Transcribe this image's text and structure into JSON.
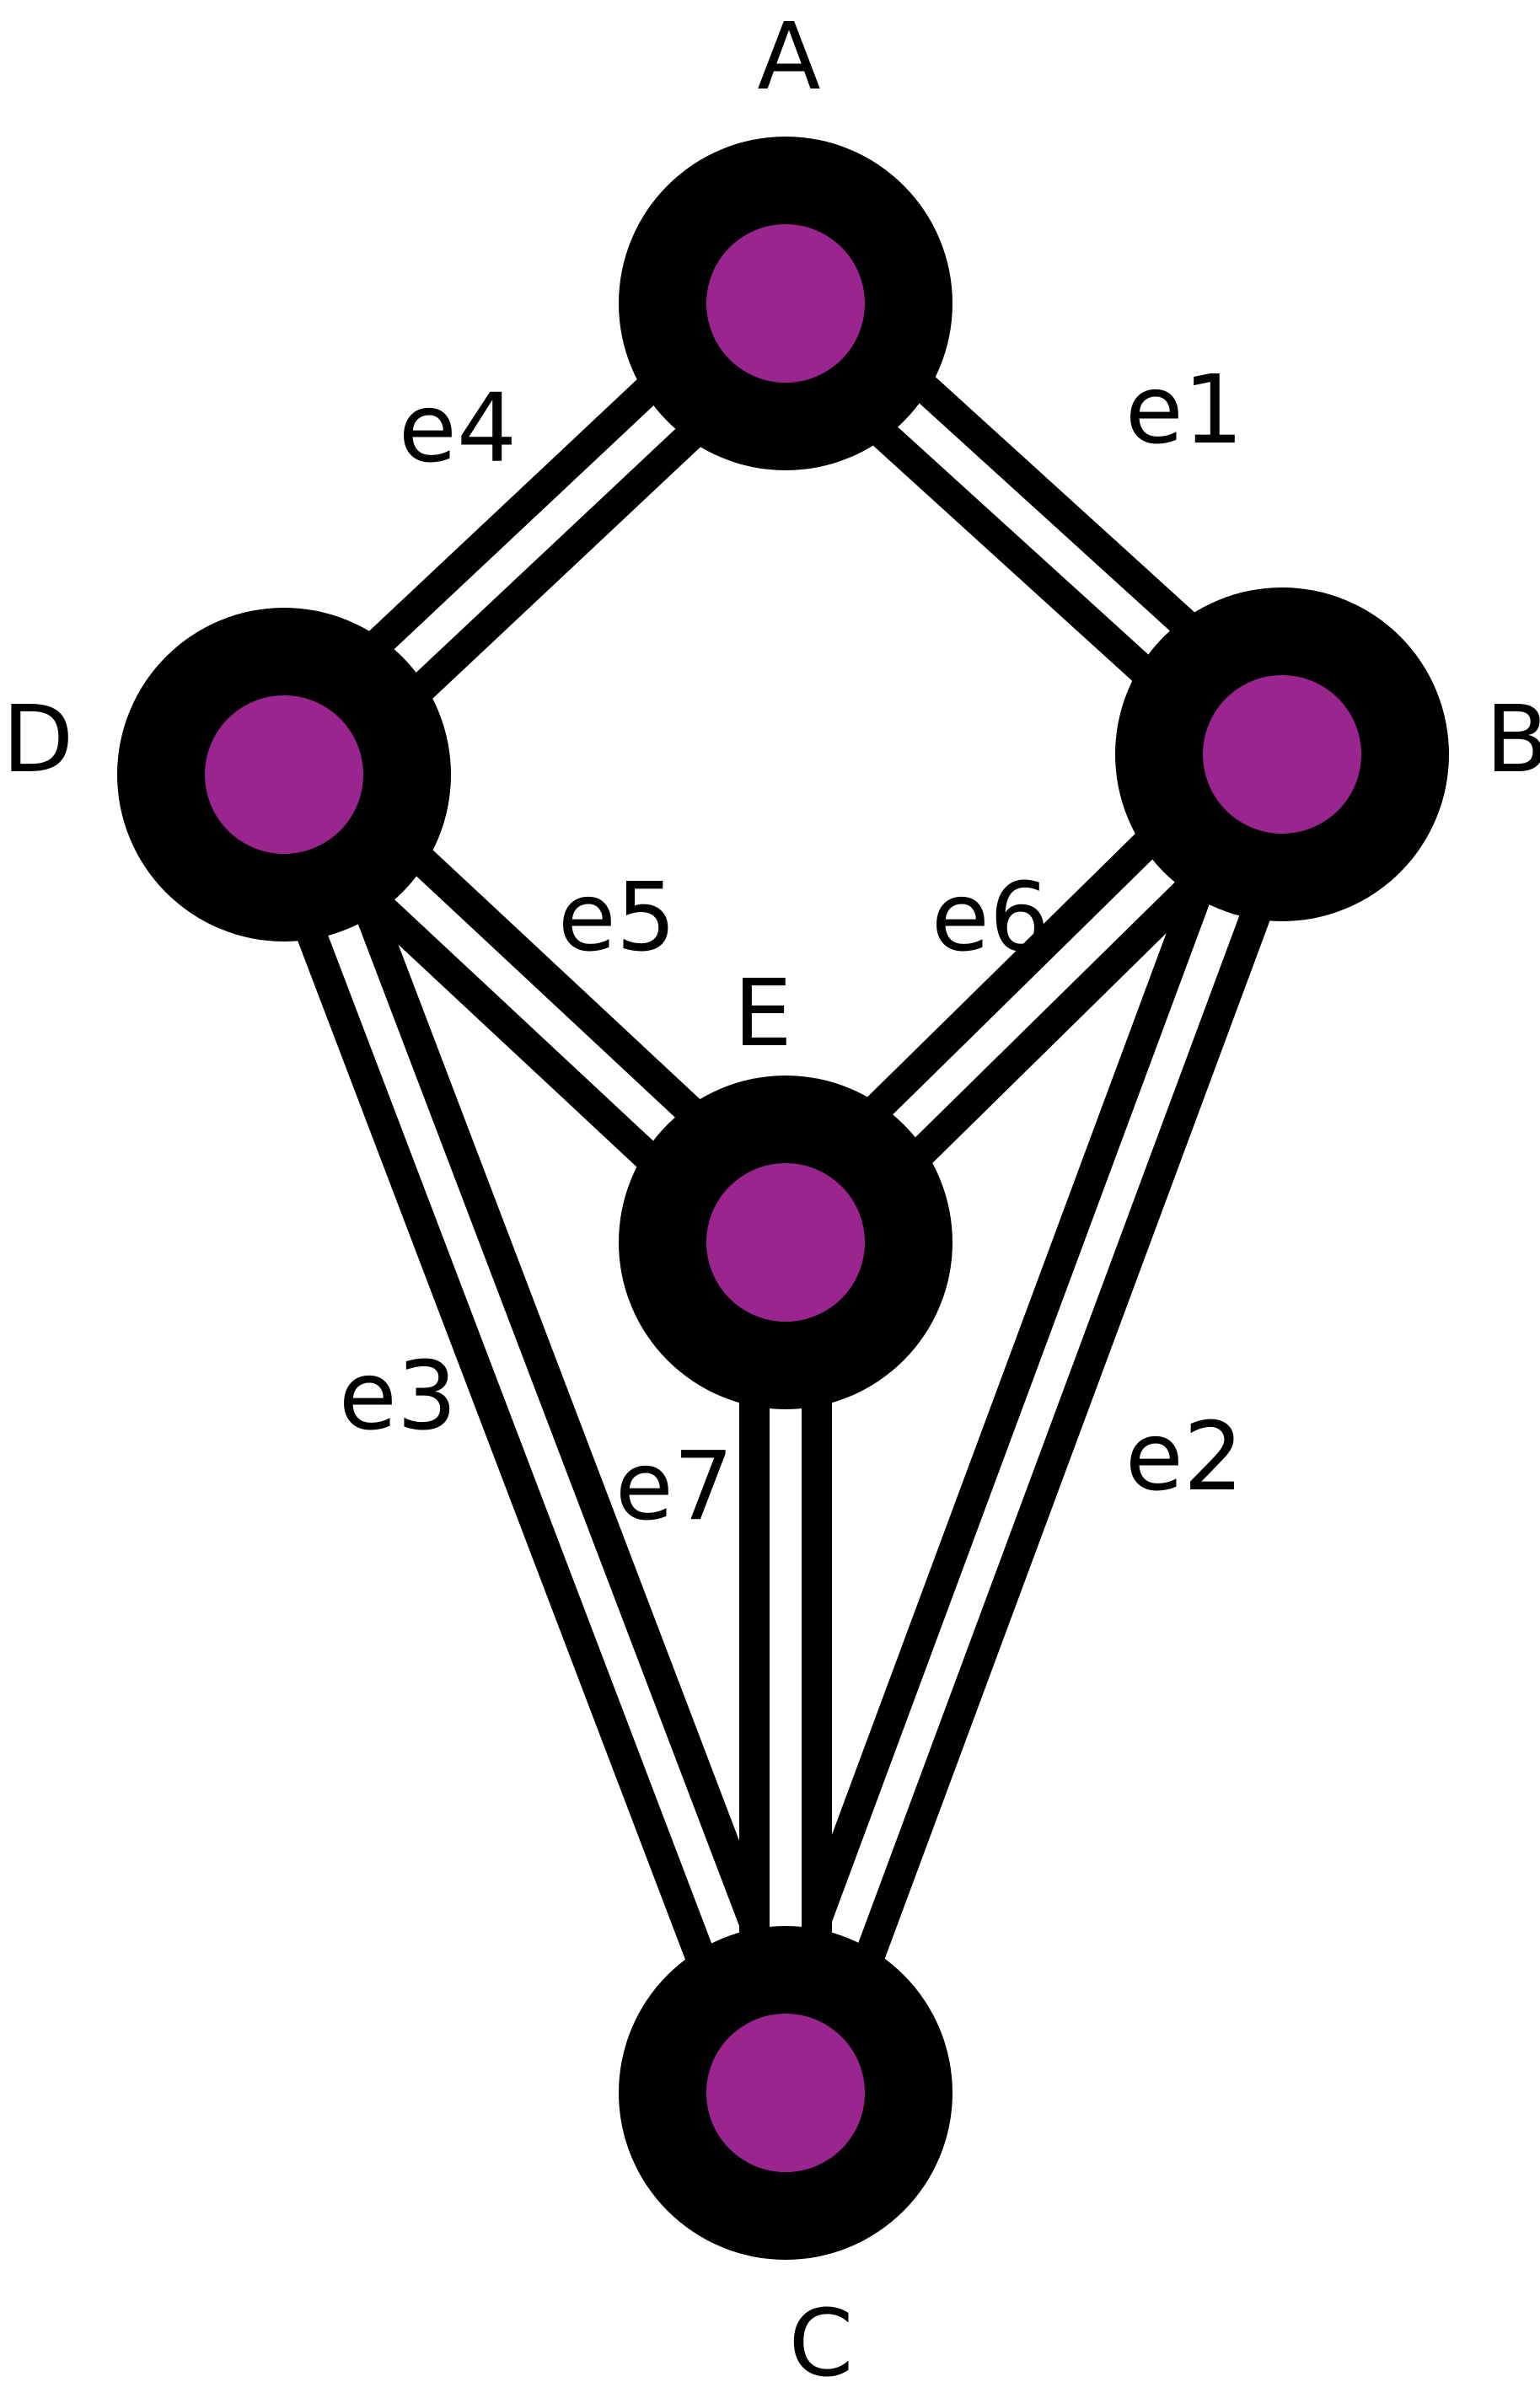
{
  "diagram": {
    "colors": {
      "node_fill": "#9a258f",
      "node_ring": "#000000",
      "edge": "#000000",
      "background": "#ffffff"
    },
    "nodes": [
      {
        "id": "A",
        "label": "A"
      },
      {
        "id": "B",
        "label": "B"
      },
      {
        "id": "C",
        "label": "C"
      },
      {
        "id": "D",
        "label": "D"
      },
      {
        "id": "E",
        "label": "E"
      }
    ],
    "edges": [
      {
        "id": "e1",
        "label": "e1",
        "from": "A",
        "to": "B"
      },
      {
        "id": "e2",
        "label": "e2",
        "from": "B",
        "to": "C"
      },
      {
        "id": "e3",
        "label": "e3",
        "from": "D",
        "to": "C"
      },
      {
        "id": "e4",
        "label": "e4",
        "from": "A",
        "to": "D"
      },
      {
        "id": "e5",
        "label": "e5",
        "from": "D",
        "to": "E"
      },
      {
        "id": "e6",
        "label": "e6",
        "from": "B",
        "to": "E"
      },
      {
        "id": "e7",
        "label": "e7",
        "from": "E",
        "to": "C"
      }
    ]
  }
}
